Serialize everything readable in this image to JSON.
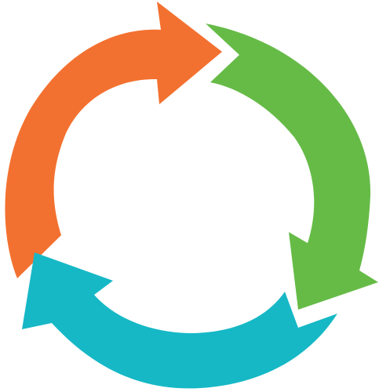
{
  "diagram": {
    "type": "circular-cycle",
    "arrow_count": 3,
    "direction": "clockwise",
    "arrows": [
      {
        "name": "orange-arrow",
        "color": "#F37130"
      },
      {
        "name": "green-arrow",
        "color": "#66BB47"
      },
      {
        "name": "teal-arrow",
        "color": "#16B8C6"
      }
    ]
  },
  "stock_id": "1379709732"
}
